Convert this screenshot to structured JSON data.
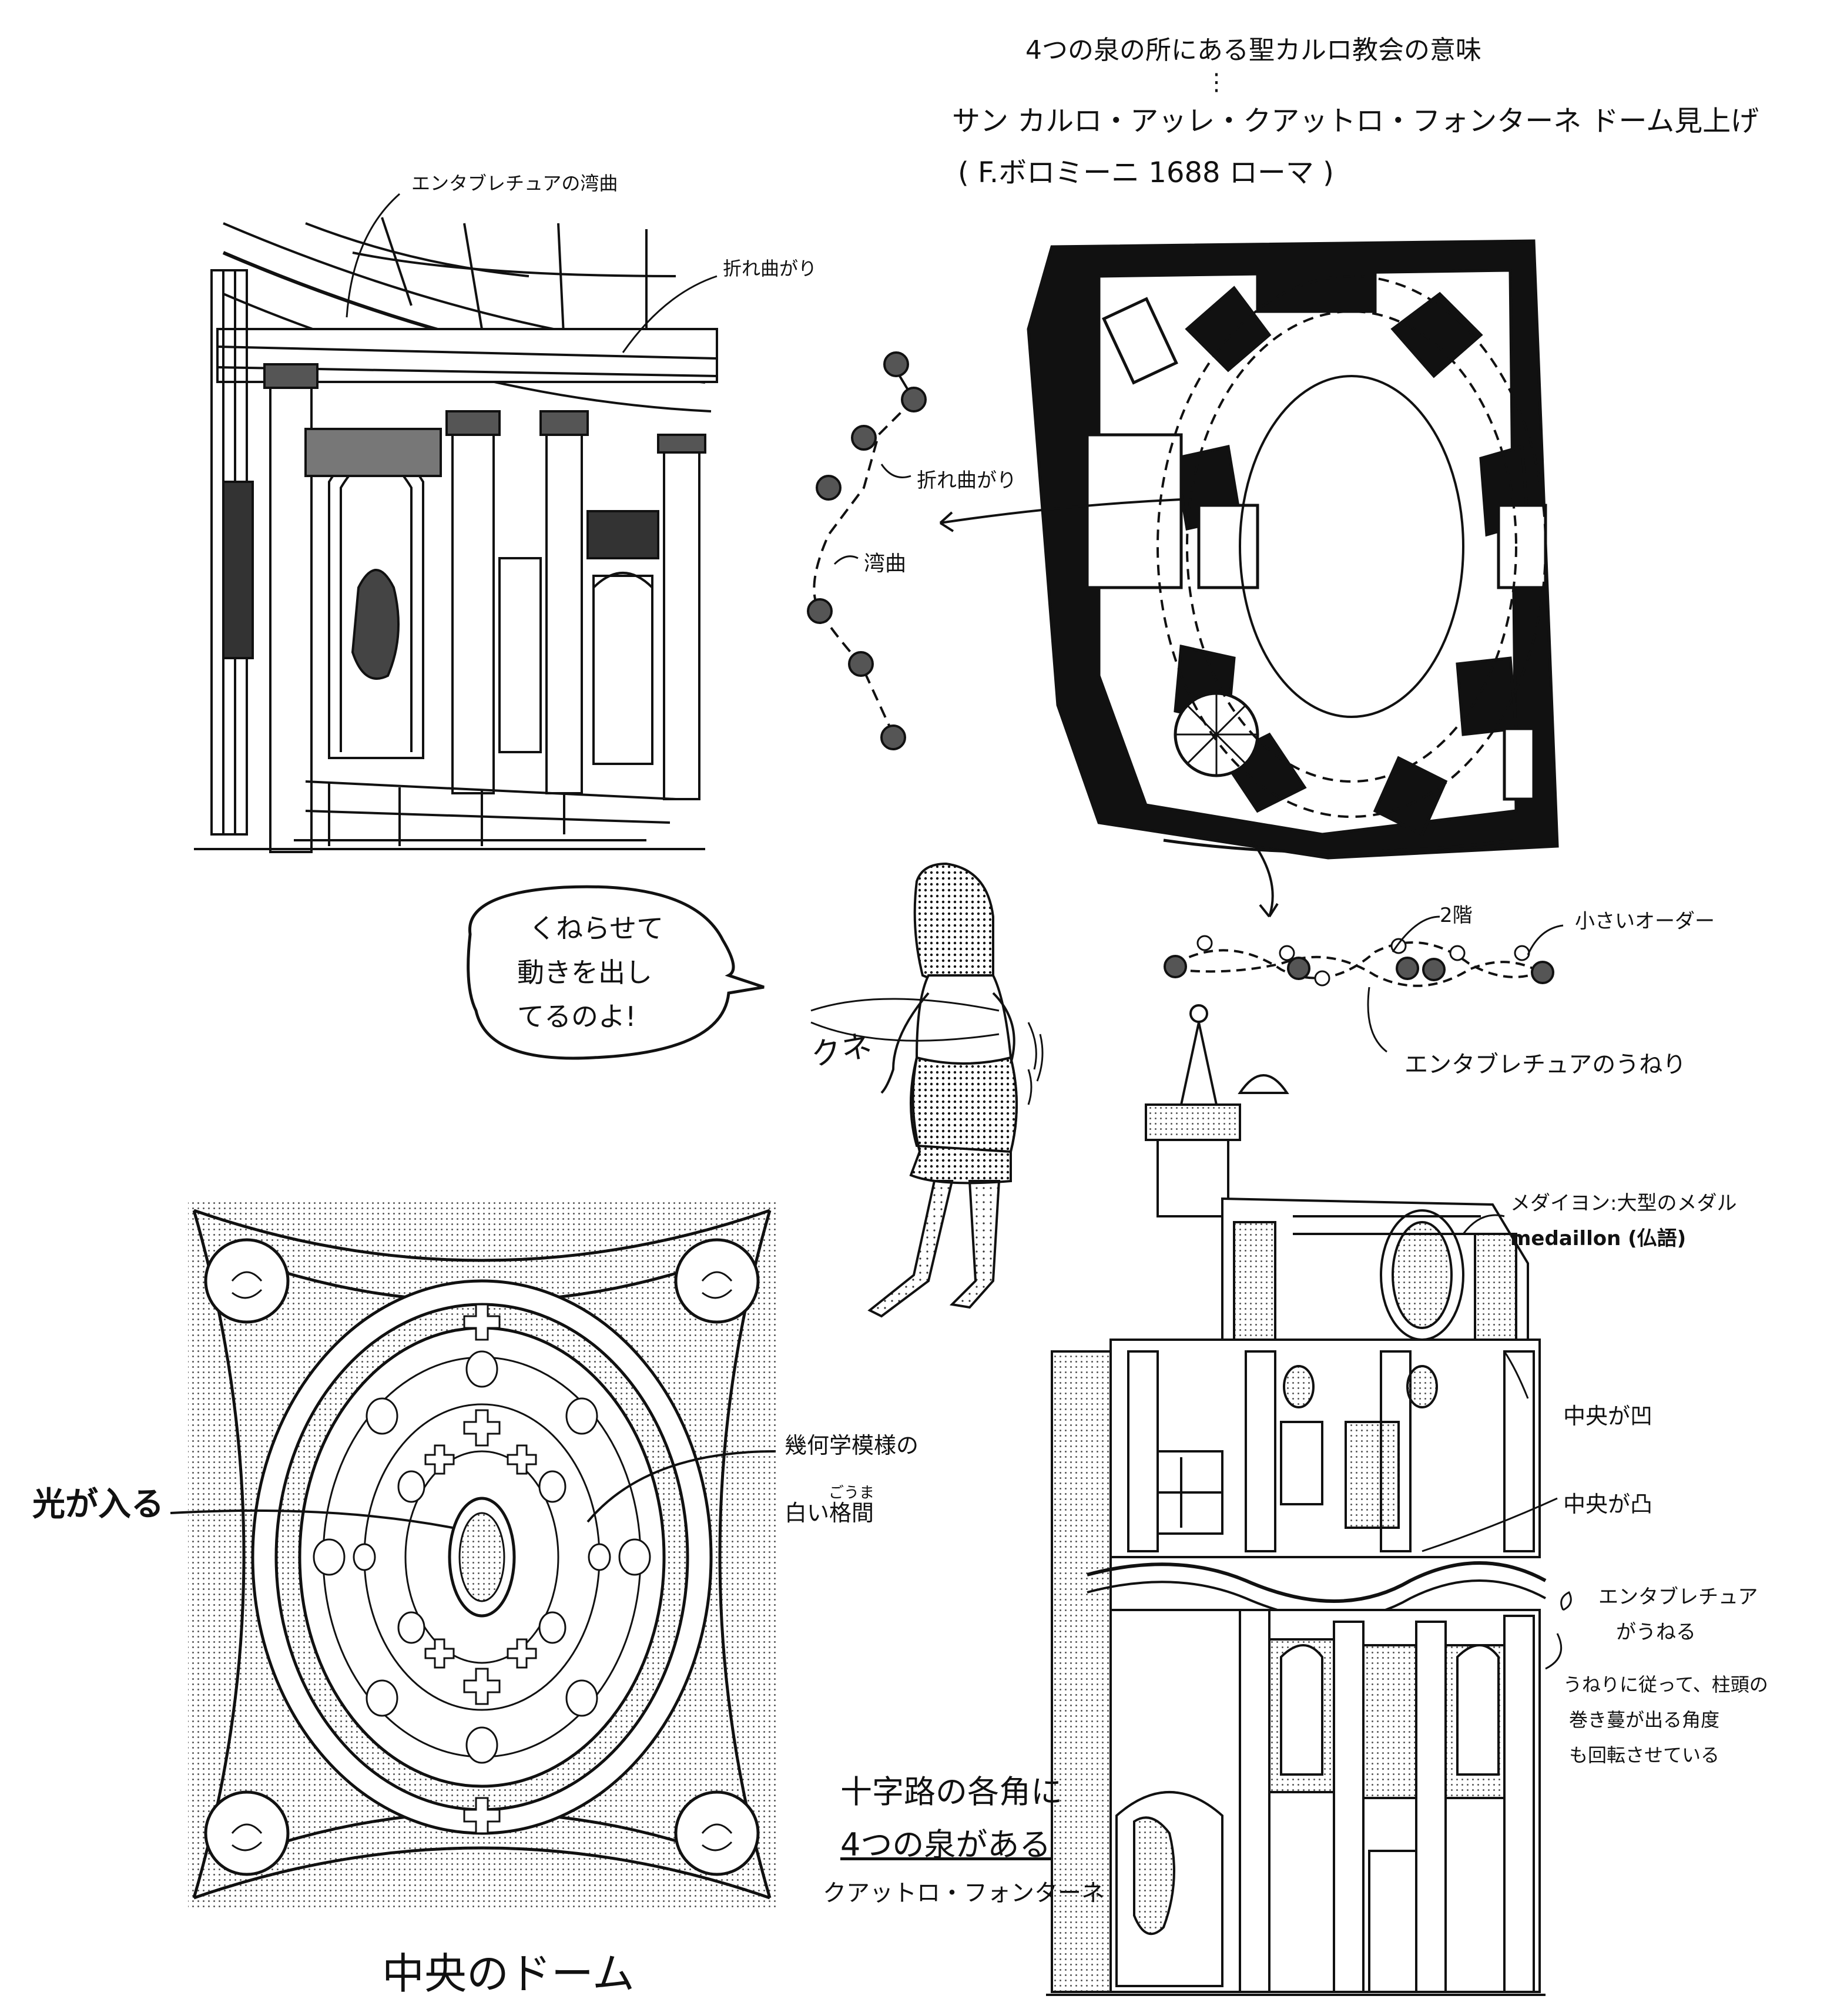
{
  "header": {
    "line1": "4つの泉の所にある聖カルロ教会の意味",
    "line2": "サン カルロ・アッレ・クアットロ・フォンターネ ドーム見上げ",
    "line3": "( F.ボロミーニ 1688 ローマ )"
  },
  "interior_labels": {
    "entablature_curve": "エンタブレチュアの湾曲",
    "bend": "折れ曲がり"
  },
  "column_diagram": {
    "bend": "折れ曲がり",
    "curve": "湾曲"
  },
  "speech_bubble": {
    "line1": "くねらせて",
    "line2": "動きを出し",
    "line3": "てるのよ!"
  },
  "figure_sfx": "クネ",
  "facade_plan_labels": {
    "second_floor": "2階",
    "small_order": "小さいオーダー",
    "entablature_wave": "エンタブレチュアのうねり"
  },
  "facade_labels": {
    "medallion_ja": "メダイヨン:大型のメダル",
    "medallion_fr": "medaillon (仏語)",
    "center_concave": "中央が凹",
    "center_convex": "中央が凸",
    "entablature_wave_1": "エンタブレチュア",
    "entablature_wave_2": "がうねる",
    "capital_note_1": "うねりに従って、柱頭の",
    "capital_note_2": "巻き蔓が出る角度",
    "capital_note_3": "も回転させている",
    "fountain_1": "十字路の各角に",
    "fountain_2": "4つの泉がある",
    "fountain_3": "クアットロ・フォンターネ"
  },
  "dome_labels": {
    "light": "光が入る",
    "geometric_1": "幾何学模様の",
    "geometric_2": "白い格間",
    "furigana": "ごうま",
    "caption": "中央のドーム"
  }
}
